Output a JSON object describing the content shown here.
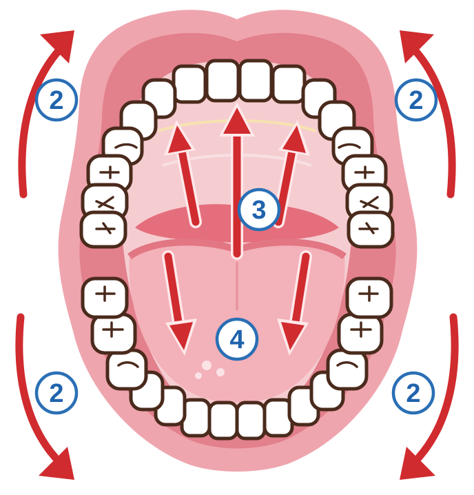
{
  "diagram": {
    "badges": [
      {
        "id": "upper-left",
        "label": "2"
      },
      {
        "id": "upper-right",
        "label": "2"
      },
      {
        "id": "center-upper",
        "label": "3"
      },
      {
        "id": "lower-left",
        "label": "2"
      },
      {
        "id": "center-lower",
        "label": "4"
      },
      {
        "id": "lower-right",
        "label": "2"
      }
    ]
  },
  "colors": {
    "lips": "#efa5ae",
    "gum": "#e2808c",
    "palate": "#f4c8cc",
    "tongue": "#e47d88",
    "arrow": "#d02b2f",
    "badge": "#1f63ad"
  }
}
